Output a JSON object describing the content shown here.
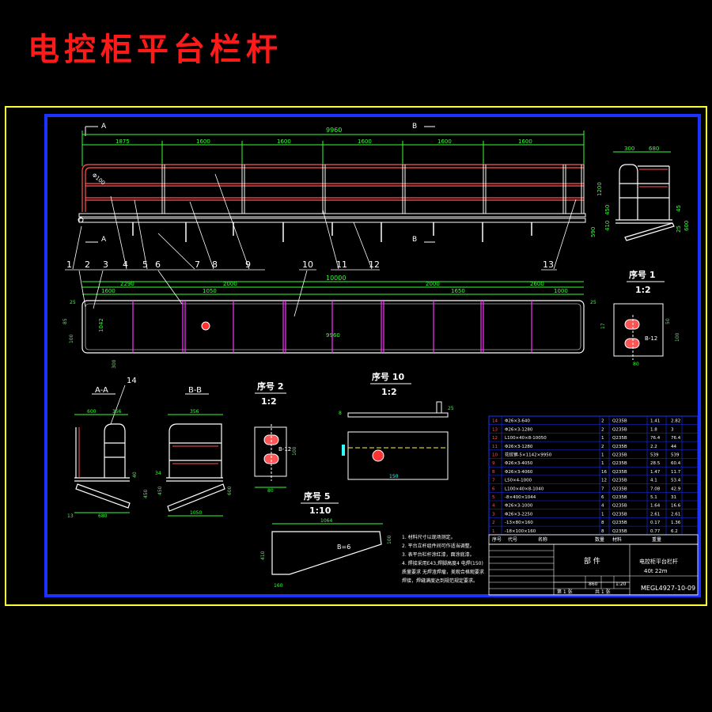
{
  "title": "电控柜平台栏杆",
  "colors": {
    "background": "#000000",
    "title": "#ff1a1a",
    "outer_frame": "#ffff33",
    "inner_frame": "#1a33ff",
    "structure": "#ffffff",
    "dimension": "#33ff33",
    "rail": "#ff5555",
    "magenta": "#ff33ff",
    "yellow": "#ffff33",
    "cyan": "#33ffff"
  },
  "section_markers": {
    "a": "A",
    "b": "B"
  },
  "dimensions": {
    "top_total": "9960",
    "top_segments": [
      "1875",
      "1600",
      "1600",
      "1600",
      "1600",
      "1600"
    ],
    "rail_diam": "Φ100",
    "plan_total": "10000",
    "plan_left_a": "2290",
    "plan_left_b": "2000",
    "plan_inner_left": "1600",
    "plan_inner_left2": "1050",
    "plan_right_a": "2000",
    "plan_right_b": "2600",
    "plan_inner_right": "1650",
    "plan_inner_right2": "1000",
    "plan_depth": "1042",
    "plan_inner": "9960",
    "plan_left_small": "25",
    "plan_left_small2": "85",
    "plan_left_small3": "100",
    "plan_right_small": "25",
    "plan_bottom_small": "300",
    "side_top_a": "300",
    "side_top_b": "680",
    "side_h": "1200",
    "side_h2": "450",
    "side_h3": "410",
    "side_h4": "590",
    "side_h5": "45",
    "side_h6": "25",
    "side_h7": "600",
    "aa_w1": "600",
    "aa_w2": "356",
    "aa_h1": "40",
    "aa_h2": "450",
    "aa_w3": "680",
    "aa_w4": "13",
    "bb_w1": "356",
    "bb_h1": "34",
    "bb_h2": "450",
    "bb_h3": "600",
    "bb_w2": "1050",
    "d1_h1": "17",
    "d1_h2": "50",
    "d1_h3": "100",
    "d1_w": "80",
    "d2_h": "100",
    "d2_w": "80",
    "d10_w": "150",
    "d10_h": "8",
    "d10_h2": "25",
    "d5_w": "1064",
    "d5_h1": "100",
    "d5_h2": "410",
    "d5_h3": "160"
  },
  "leaders": [
    "1",
    "2",
    "3",
    "4",
    "5",
    "6",
    "7",
    "8",
    "9",
    "10",
    "11",
    "12",
    "13",
    "14"
  ],
  "details": {
    "d1_title": "序号 1",
    "d1_scale": "1:2",
    "d1_hole": "B-12",
    "d2_title": "序号 2",
    "d2_scale": "1:2",
    "d2_hole": "B-12",
    "d10_title": "序号 10",
    "d10_scale": "1:2",
    "d5_title": "序号 5",
    "d5_scale": "1:10",
    "d5_mark": "B=6",
    "aa_title": "A-A",
    "bb_title": "B-B"
  },
  "notes": [
    "1. 材料尺寸以现场测定。",
    "2. 平台立杆组件间可作适当调整。",
    "3. 表平台栏杆涂红漆，面涂底漆。",
    "4. 焊接采用E43,焊脚高度4 电焊(150)",
    "   质量要求 无焊渣焊瘤，美观合格观要求",
    "   焊接，焊缝满度达到规范规定要求。"
  ],
  "bom": [
    {
      "no": "14",
      "name": "Φ26×3-640",
      "qty": "2",
      "mat": "Q235B",
      "w1": "1.41",
      "w2": "2.82"
    },
    {
      "no": "13",
      "name": "Φ26×3-1280",
      "qty": "2",
      "mat": "Q235B",
      "w1": "1.8",
      "w2": "3"
    },
    {
      "no": "12",
      "name": "L100×40×8-10050",
      "qty": "1",
      "mat": "Q235B",
      "w1": "76.4",
      "w2": "76.4"
    },
    {
      "no": "11",
      "name": "Φ26×3-1280",
      "qty": "2",
      "mat": "Q235B",
      "w1": "2.2",
      "w2": "44"
    },
    {
      "no": "10",
      "name": "花纹钢-5×1142×9950",
      "qty": "1",
      "mat": "Q235B",
      "w1": "539",
      "w2": "539"
    },
    {
      "no": "9",
      "name": "Φ26×3-4050",
      "qty": "1",
      "mat": "Q235B",
      "w1": "28.5",
      "w2": "60.4"
    },
    {
      "no": "8",
      "name": "Φ26×3-4060",
      "qty": "16",
      "mat": "Q235B",
      "w1": "1.47",
      "w2": "11.7"
    },
    {
      "no": "7",
      "name": "L50×4-1000",
      "qty": "12",
      "mat": "Q235B",
      "w1": "4.1",
      "w2": "53.4"
    },
    {
      "no": "6",
      "name": "L100×40×8-1040",
      "qty": "7",
      "mat": "Q235B",
      "w1": "7.08",
      "w2": "42.9"
    },
    {
      "no": "5",
      "name": "-8×400×1044",
      "qty": "6",
      "mat": "Q235B",
      "w1": "5.1",
      "w2": "31"
    },
    {
      "no": "4",
      "name": "Φ26×3-1000",
      "qty": "4",
      "mat": "Q235B",
      "w1": "1.64",
      "w2": "16.6"
    },
    {
      "no": "3",
      "name": "Φ26×3-2250",
      "qty": "1",
      "mat": "Q235B",
      "w1": "2.61",
      "w2": "2.61"
    },
    {
      "no": "2",
      "name": "-13×80×160",
      "qty": "8",
      "mat": "Q235B",
      "w1": "0.17",
      "w2": "1.36"
    },
    {
      "no": "1",
      "name": "-18×100×160",
      "qty": "8",
      "mat": "Q235B",
      "w1": "0.77",
      "w2": "6.2"
    }
  ],
  "title_block": {
    "col_no": "序号",
    "col_code": "代号",
    "col_name": "名称",
    "col_qty": "数量",
    "col_mat": "材料",
    "col_weight": "重量",
    "part_label": "部 件",
    "drawing_name": "电控柜平台栏杆",
    "drawing_sub": "40t 22m",
    "drawing_no": "MEGL4927-10-09",
    "sheet": "第 1 张",
    "sheets": "共 1 张",
    "scale": "1:20",
    "weight": "860"
  }
}
